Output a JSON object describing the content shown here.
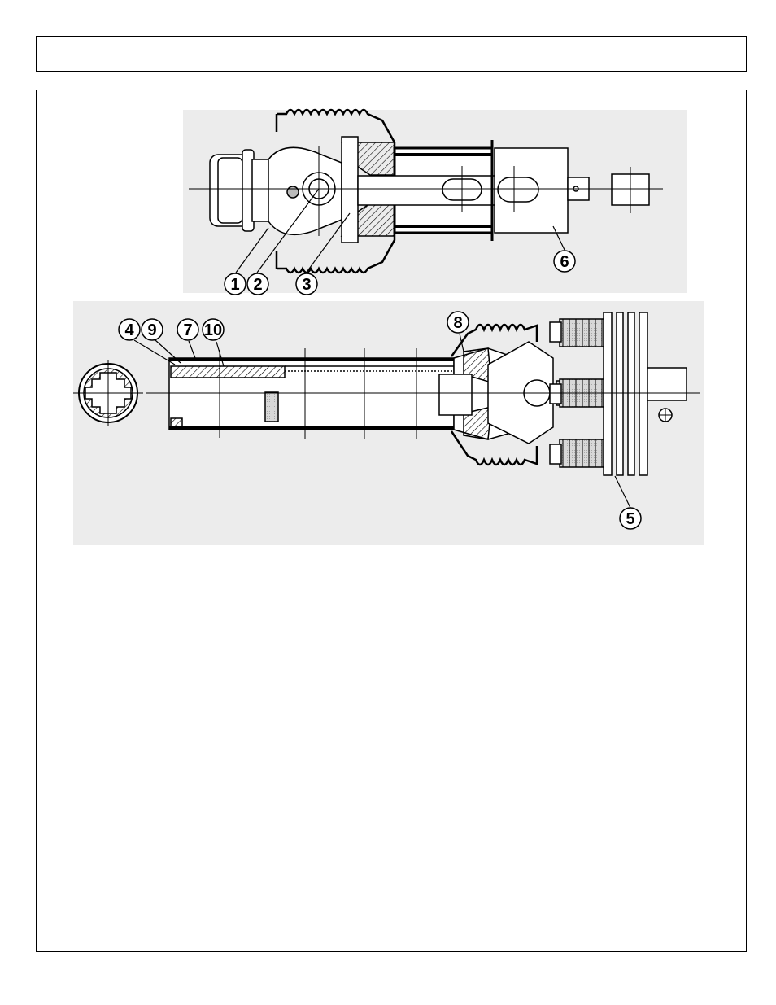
{
  "header": {
    "title": ""
  },
  "diagram": {
    "upper_view": {
      "callouts": [
        {
          "id": "callout-1",
          "label": "1"
        },
        {
          "id": "callout-2",
          "label": "2"
        },
        {
          "id": "callout-3",
          "label": "3"
        },
        {
          "id": "callout-6",
          "label": "6"
        }
      ]
    },
    "lower_view": {
      "callouts": [
        {
          "id": "callout-4",
          "label": "4"
        },
        {
          "id": "callout-9",
          "label": "9"
        },
        {
          "id": "callout-7",
          "label": "7"
        },
        {
          "id": "callout-10",
          "label": "10"
        },
        {
          "id": "callout-8",
          "label": "8"
        },
        {
          "id": "callout-5",
          "label": "5"
        }
      ]
    }
  }
}
